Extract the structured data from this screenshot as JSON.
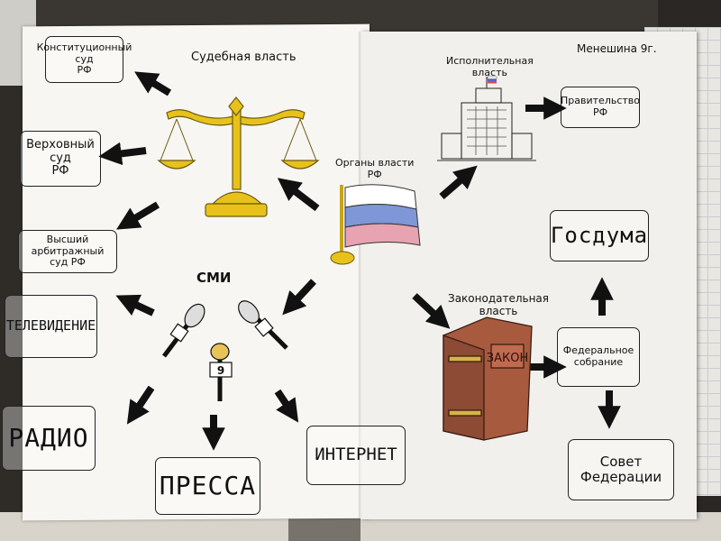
{
  "author": "Менешина 9г.",
  "judicial": {
    "title": "Судебная власть",
    "courts": [
      "Конституционный\nсуд\nРФ",
      "Верховный\nсуд\nРФ",
      "Высший\nарбитражный\nсуд РФ"
    ]
  },
  "center": {
    "title": "Органы власти\nРФ"
  },
  "executive": {
    "title": "Исполнительная\nвласть",
    "body": "Правительство\nРФ"
  },
  "legislative": {
    "title": "Законодательная\nвласть",
    "book_label": "ЗАКОН",
    "assembly": "Федеральное\nсобрание",
    "gosduma": "Госдума",
    "sovet": "Совет\nФедерации"
  },
  "media": {
    "title": "СМИ",
    "mic_number": "9",
    "channels": [
      "ТЕЛЕВИДЕНИЕ",
      "РАДИО",
      "ПРЕССА",
      "ИНТЕРНЕТ"
    ]
  },
  "colors": {
    "scales": "#e8c21a",
    "book": "#a85a3e",
    "flag_white": "#ffffff",
    "flag_blue": "#7f97d6",
    "flag_red": "#e7a3b2"
  }
}
